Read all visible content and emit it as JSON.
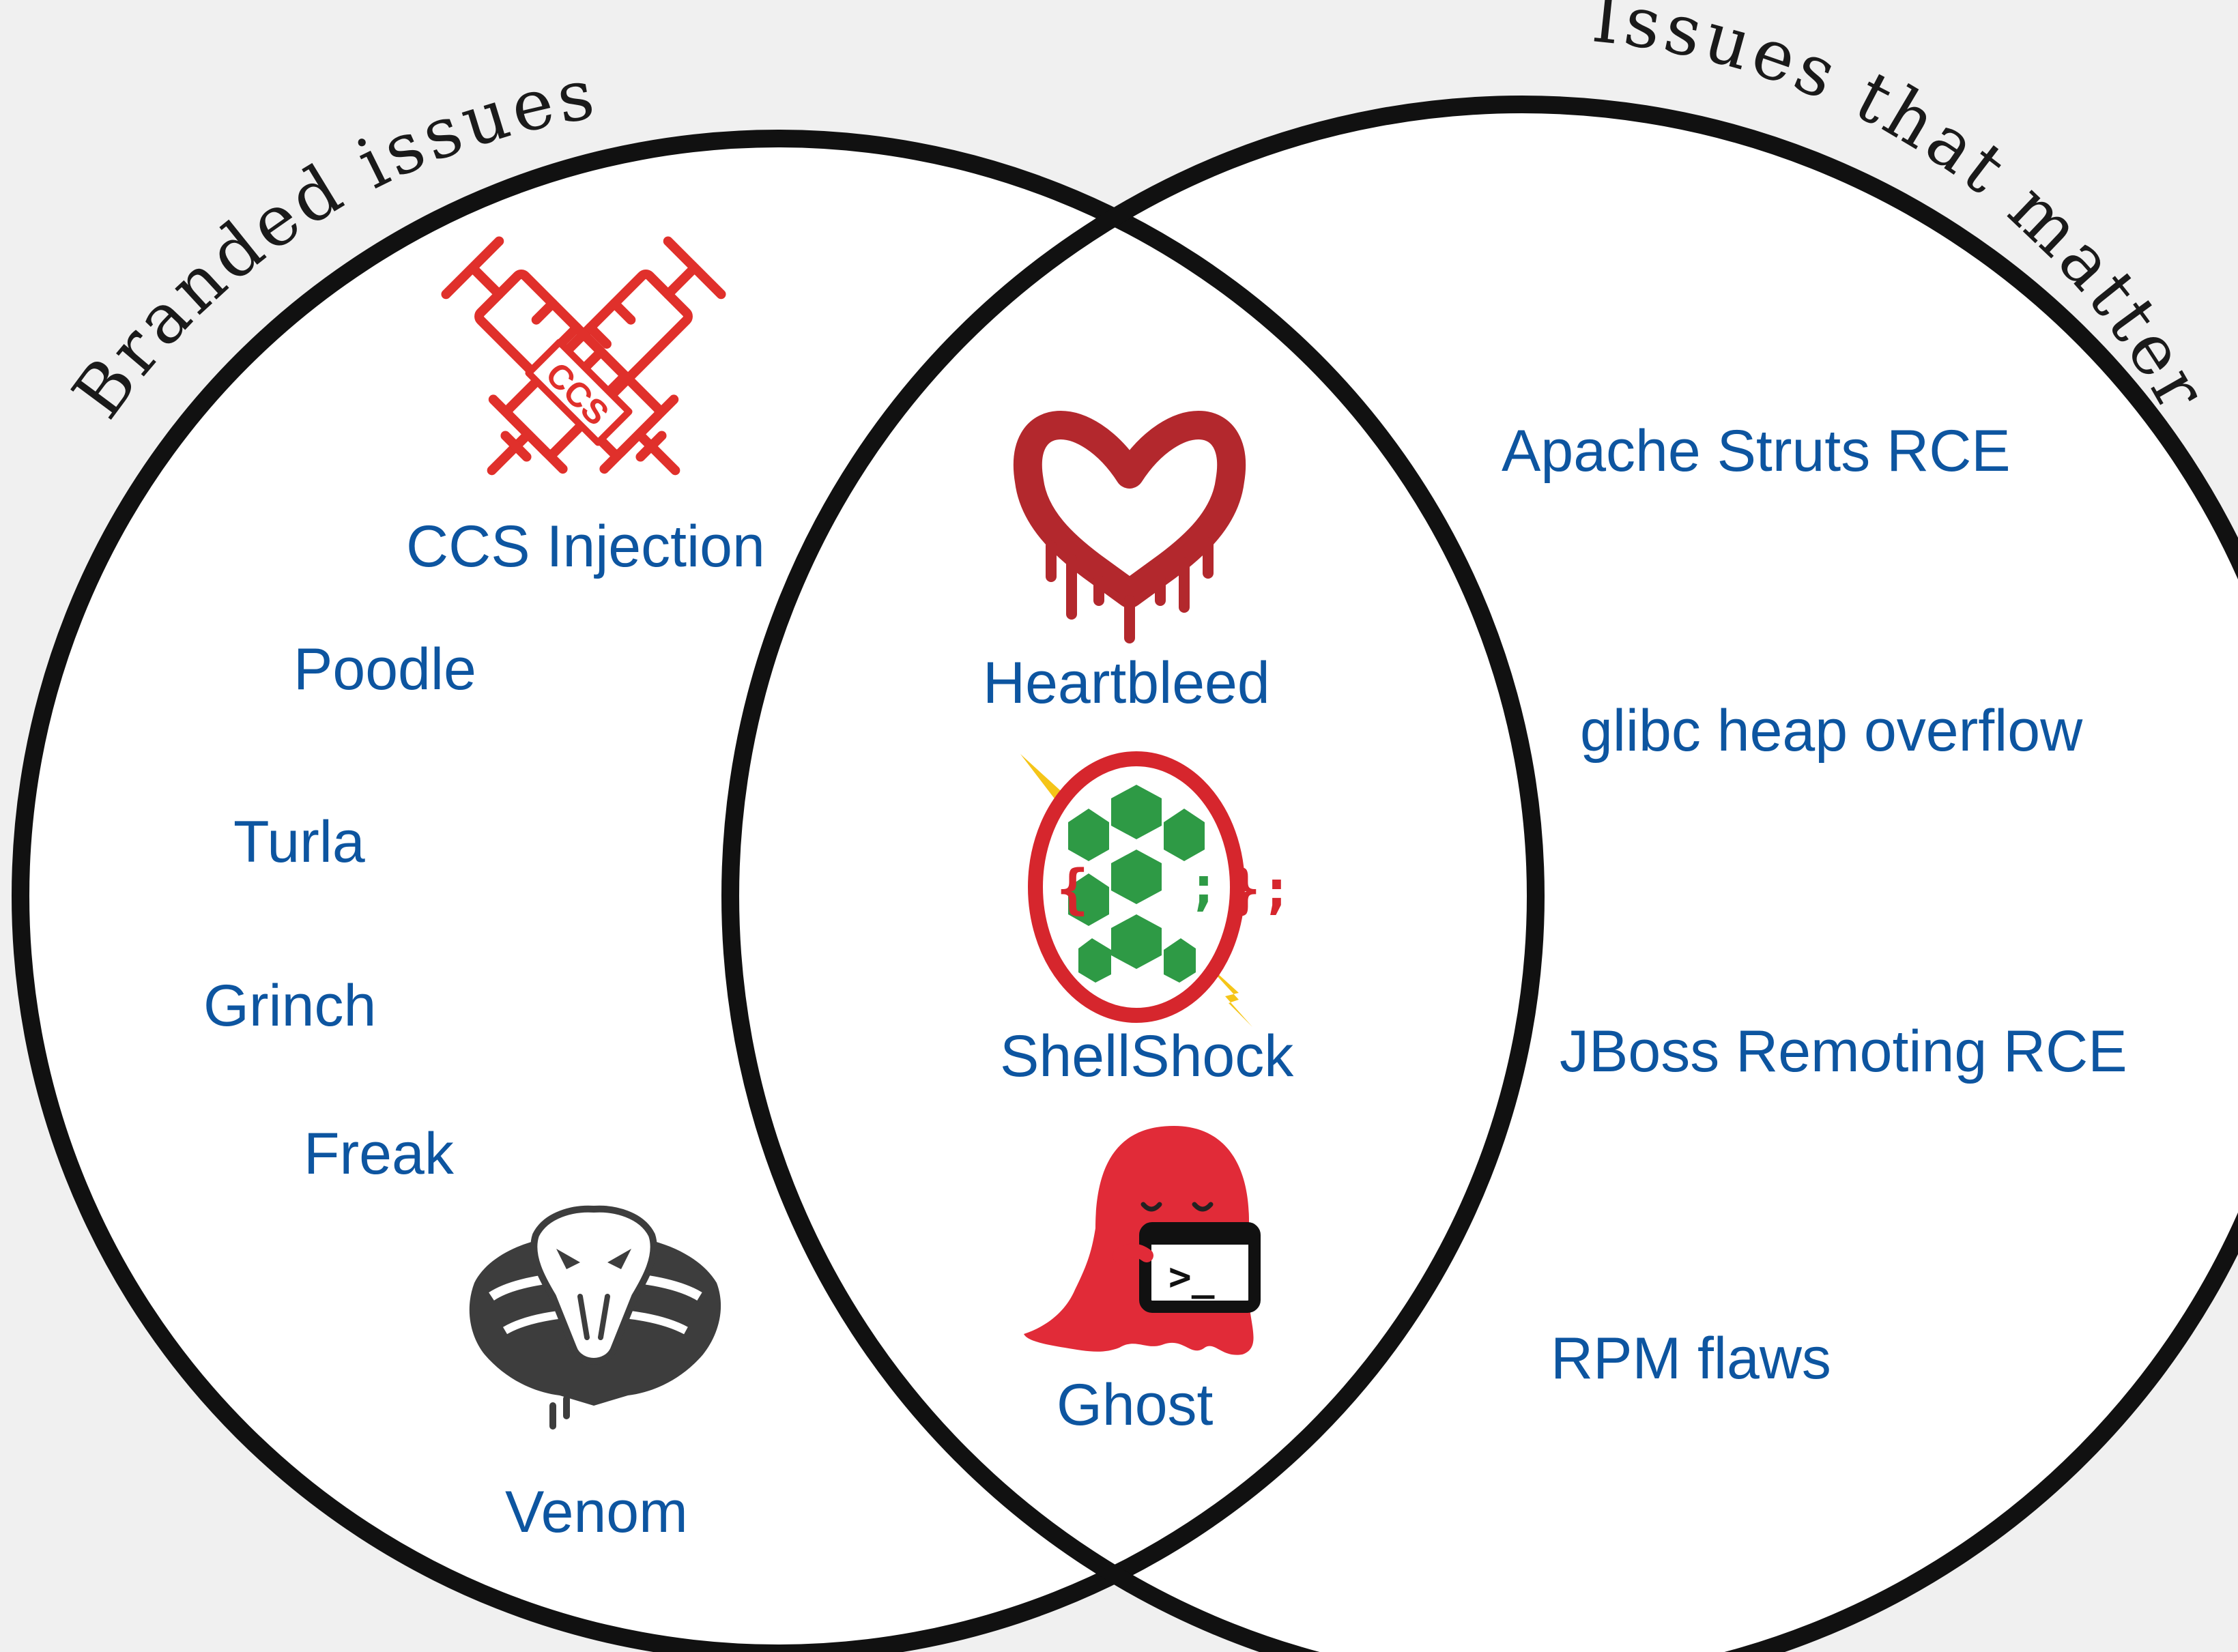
{
  "diagram": {
    "left_set": {
      "title": "Branded issues",
      "items": [
        "CCS Injection",
        "Poodle",
        "Turla",
        "Grinch",
        "Freak",
        "Venom"
      ]
    },
    "overlap": {
      "items": [
        "Heartbleed",
        "ShellShock",
        "Ghost"
      ]
    },
    "right_set": {
      "title": "Issues that matter",
      "items": [
        "Apache Struts RCE",
        "glibc heap overflow",
        "JBoss Remoting RCE",
        "RPM flaws"
      ]
    },
    "logos": {
      "ccs_injection": {
        "icon": "crossed-syringes-icon",
        "text": "CCS",
        "color": "#e0302b"
      },
      "heartbleed": {
        "icon": "bleeding-heart-icon",
        "color": "#b3282d"
      },
      "shellshock": {
        "icon": "turtle-shell-icon",
        "text": "{;}",
        "shell_color": "#2e9a45",
        "rim_color": "#d6262d",
        "bolt_color": "#f5c518"
      },
      "ghost": {
        "icon": "ghost-terminal-icon",
        "text": ">_",
        "color": "#e12b38"
      },
      "venom": {
        "icon": "cobra-icon",
        "color": "#3d3d3d"
      }
    },
    "colors": {
      "label_text": "#0d55a0",
      "circle_outline": "#111111",
      "background": "#f0f0f0",
      "circle_fill": "#ffffff"
    }
  }
}
